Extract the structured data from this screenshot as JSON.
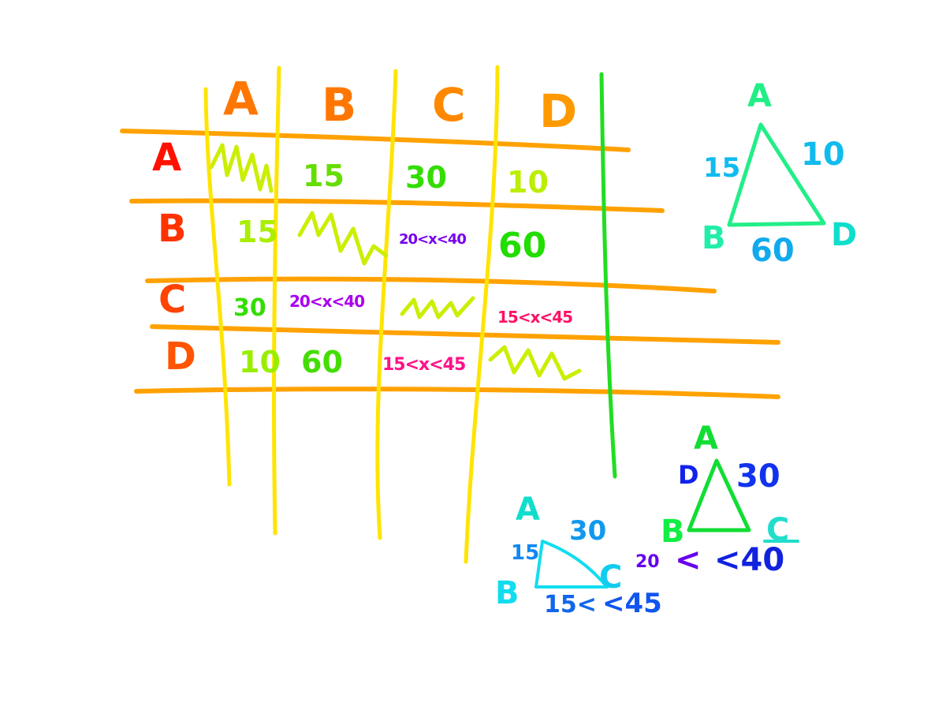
{
  "colors": {
    "grid": "#ffa200",
    "column_line": "#ffe400",
    "divider": "#22dd22",
    "header": "#ff7700",
    "row_label": "#ff2200",
    "scribble": "#ccee00",
    "value_green": "#33dd00",
    "value_lime": "#bbee00",
    "range_purple": "#8800ff",
    "range_pink": "#ff1177",
    "cyan": "#00bbee",
    "teal": "#00ddcc",
    "blue": "#1144ee",
    "green_tri": "#11dd33"
  },
  "table": {
    "col_headers": [
      "A",
      "B",
      "C",
      "D"
    ],
    "row_labels": [
      "A",
      "B",
      "C",
      "D"
    ],
    "cells": {
      "ab": "15",
      "ac": "30",
      "ad": "10",
      "ba": "15",
      "bc": "20<x<40",
      "bd": "60",
      "ca": "30",
      "cb": "20<x<40",
      "cd": "15<x<45",
      "da": "10",
      "db": "60",
      "dc": "15<x<45"
    }
  },
  "triangle_abd": {
    "vertices": {
      "a": "A",
      "b": "B",
      "d": "D"
    },
    "sides": {
      "ab": "15",
      "ad": "10",
      "bd": "60"
    }
  },
  "triangle_abc_left": {
    "vertices": {
      "a": "A",
      "b": "B",
      "c": "C"
    },
    "sides": {
      "ab": "15",
      "ac": "30",
      "bc_low": "15<",
      "bc_high": "<45"
    }
  },
  "triangle_abc_right": {
    "vertices": {
      "a": "A",
      "b": "B",
      "c": "C",
      "d": "D"
    },
    "sides": {
      "ac": "30",
      "bc_low": "20",
      "bc_mid": "<",
      "bc_high": "<40"
    }
  }
}
